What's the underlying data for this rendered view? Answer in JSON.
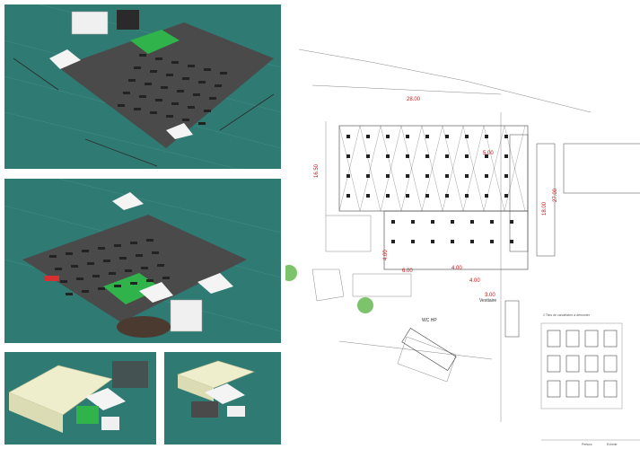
{
  "plan": {
    "dimensions": {
      "top_width": "28.00",
      "left_height": "16.50",
      "right_height": "27.00",
      "right_height_2": "18.00",
      "mid_a": "5.00",
      "mid_b": "4.00",
      "mid_c": "6.00",
      "mid_d": "4.00",
      "mid_e": "3.00",
      "bottom_a": "4.00"
    },
    "labels": {
      "wc": "WC HP",
      "vestiaire": "Vestiaire",
      "legend_title": "2 Tiles de candelabre à démonter",
      "title_block_1": "Pertura",
      "title_block_2": "Echelle"
    }
  },
  "colors": {
    "turf": "#2f7a73",
    "floor": "#4a4a4a",
    "green_area": "#2fb34a",
    "tent": "#eeeecc",
    "dimension": "#d01010"
  }
}
